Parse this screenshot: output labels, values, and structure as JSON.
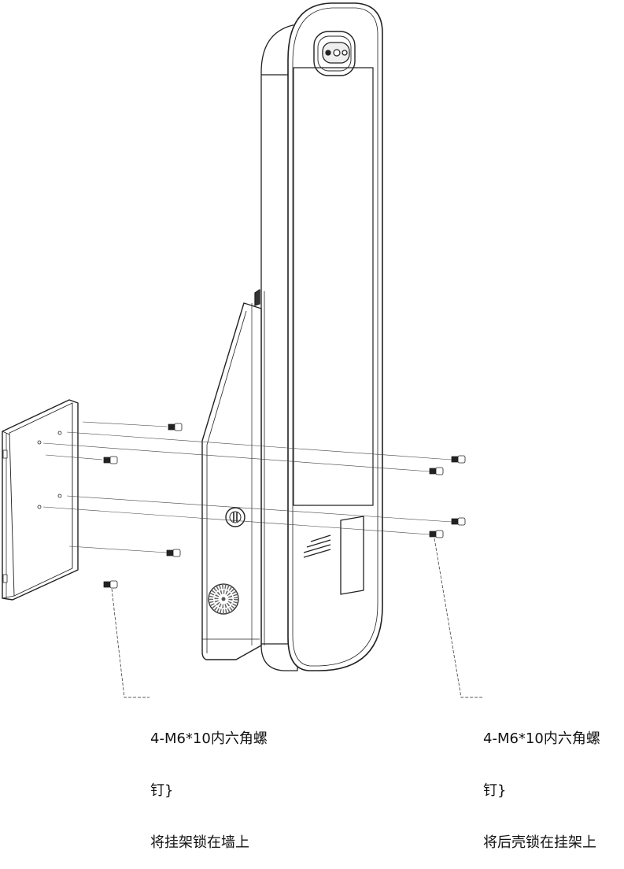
{
  "labels": {
    "left": {
      "line1": "4-M6*10内六角螺",
      "line2": "钉}",
      "line3": "将挂架锁在墙上"
    },
    "right": {
      "line1": "4-M6*10内六角螺",
      "line2": "钉}",
      "line3": "将后壳锁在挂架上"
    }
  },
  "colors": {
    "stroke": "#222222",
    "fill": "#ffffff"
  }
}
